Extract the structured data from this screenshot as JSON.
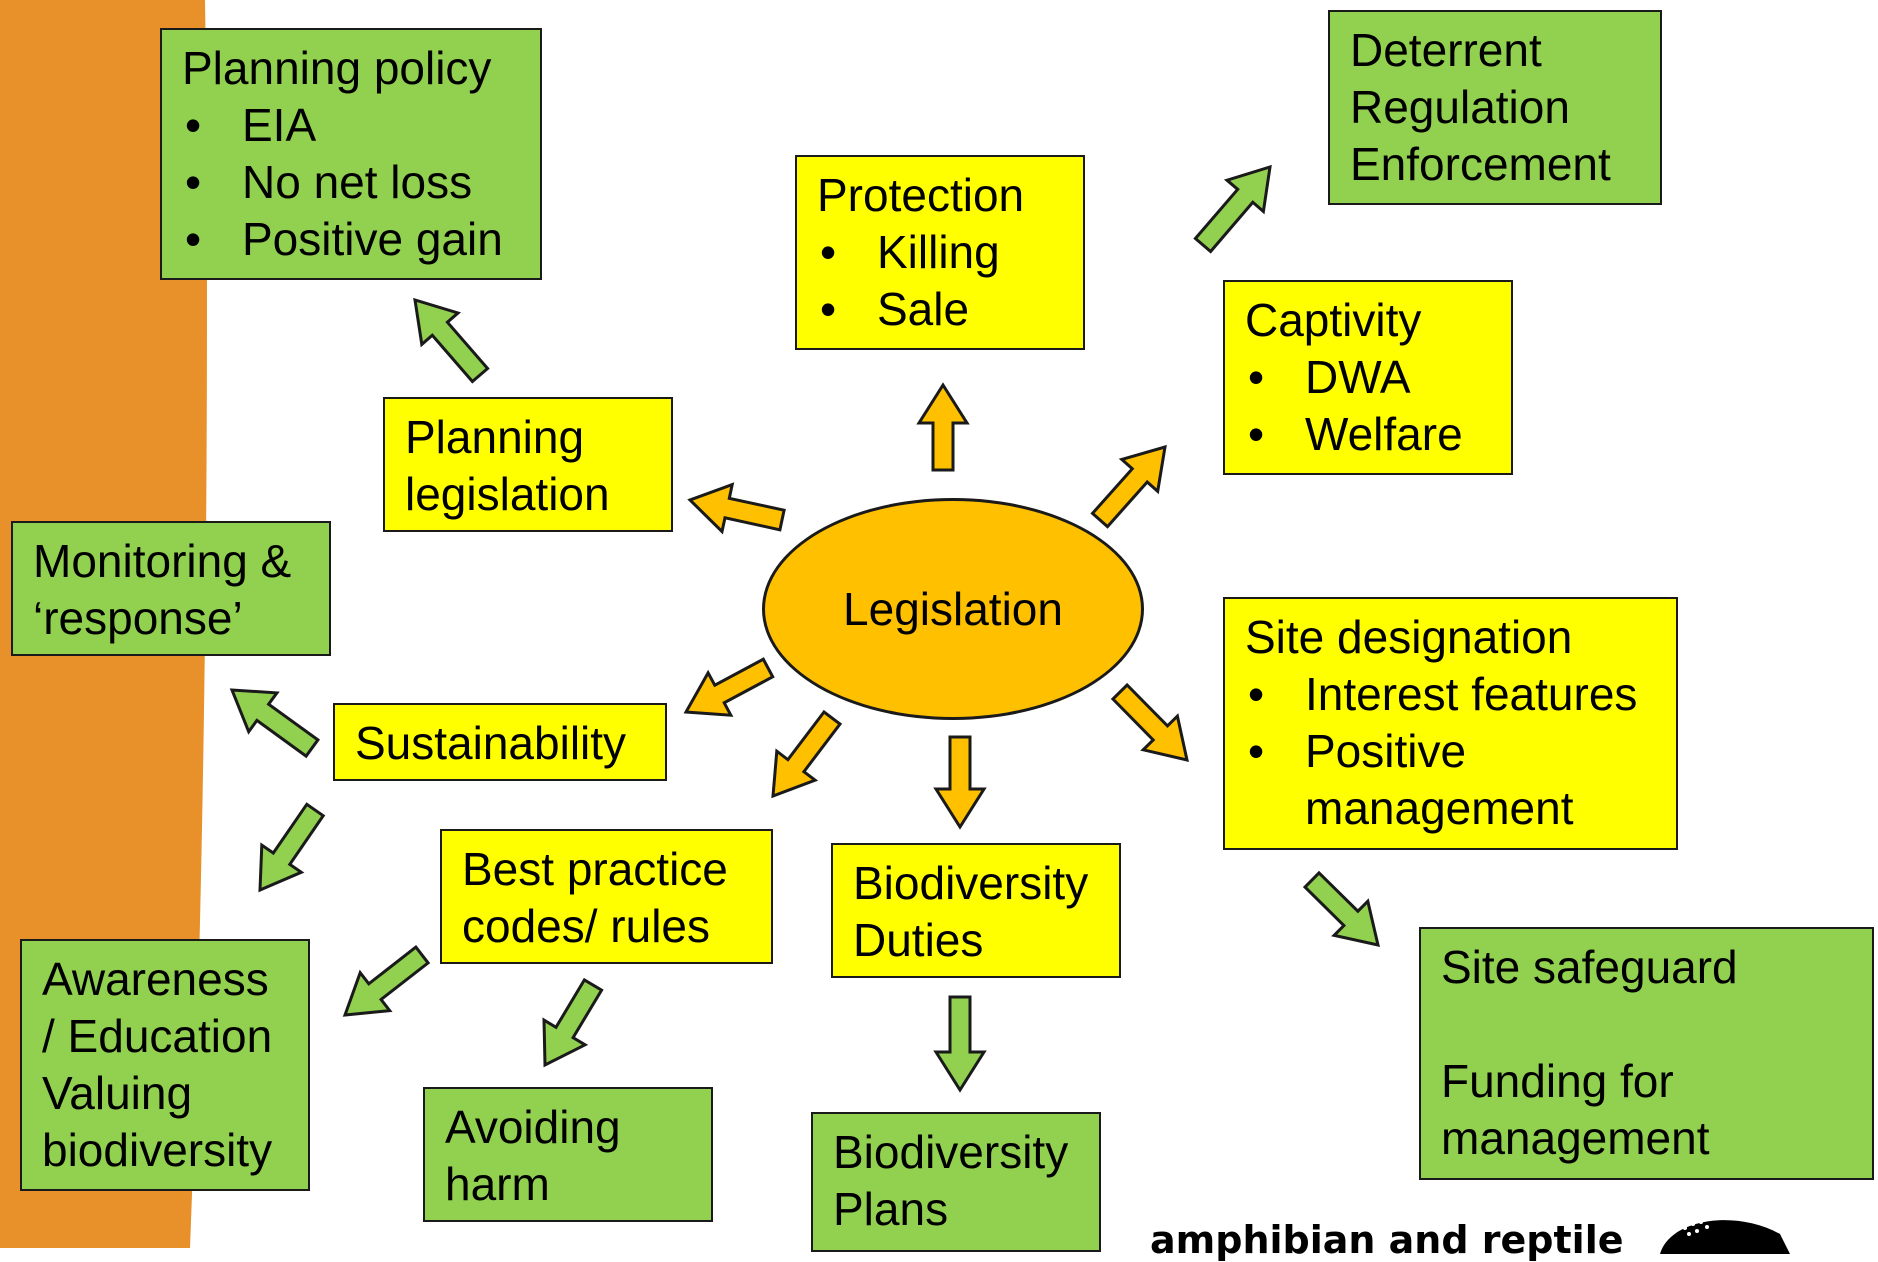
{
  "center": {
    "label": "Legislation"
  },
  "boxes": {
    "planning_policy": {
      "title": "Planning policy",
      "items": [
        "EIA",
        "No net loss",
        "Positive gain"
      ]
    },
    "deterrent": {
      "lines": [
        "Deterrent",
        "Regulation",
        "Enforcement"
      ]
    },
    "protection": {
      "title": "Protection",
      "items": [
        "Killing",
        "Sale"
      ]
    },
    "captivity": {
      "title": "Captivity",
      "items": [
        "DWA",
        "Welfare"
      ]
    },
    "planning_legislation": {
      "lines": [
        "Planning",
        "legislation"
      ]
    },
    "monitoring": {
      "lines": [
        "Monitoring &",
        "‘response’"
      ]
    },
    "site_designation": {
      "title": "Site designation",
      "items": [
        "Interest features",
        "Positive",
        "management"
      ]
    },
    "sustainability": {
      "lines": [
        "Sustainability"
      ]
    },
    "best_practice": {
      "lines": [
        "Best practice",
        "codes/ rules"
      ]
    },
    "biodiversity_duties": {
      "lines": [
        "Biodiversity",
        "Duties"
      ]
    },
    "awareness": {
      "lines": [
        "Awareness",
        "/ Education",
        "Valuing",
        "biodiversity"
      ]
    },
    "avoiding_harm": {
      "lines": [
        "Avoiding",
        "harm"
      ]
    },
    "biodiversity_plans": {
      "lines": [
        "Biodiversity",
        "Plans"
      ]
    },
    "site_safeguard": {
      "lines": [
        "Site safeguard",
        "",
        "Funding for",
        "management"
      ]
    }
  },
  "logo": {
    "text": "amphibian and reptile"
  },
  "colors": {
    "green_box": "#92d050",
    "yellow_box": "#ffff00",
    "center": "#ffc000",
    "arrow_orange": "#ffc000",
    "arrow_green": "#92d050",
    "side_band": "#e8902a"
  }
}
